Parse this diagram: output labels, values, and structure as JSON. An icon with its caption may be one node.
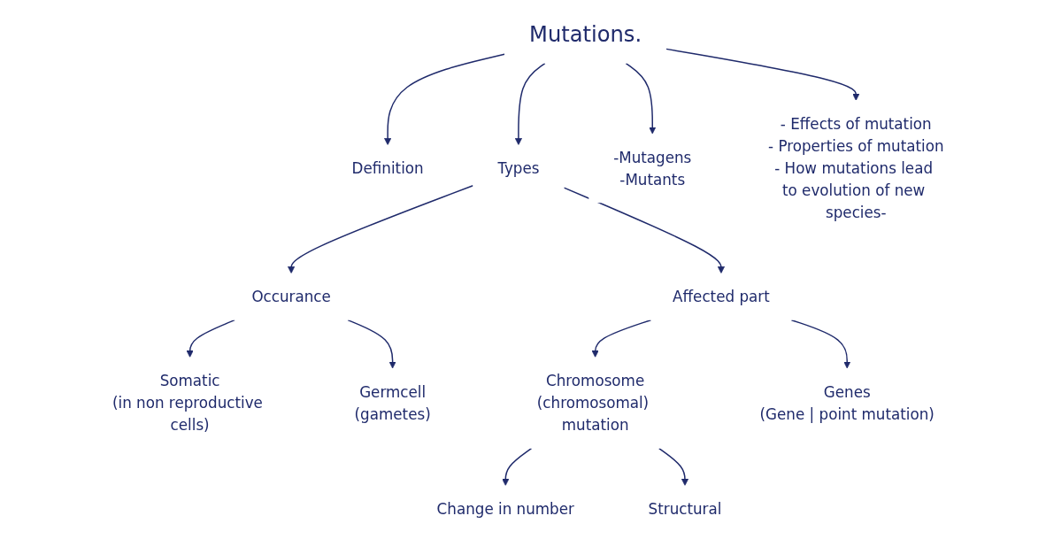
{
  "diagram": {
    "nodes": [
      {
        "text": [
          "Mutations."
        ]
      },
      {
        "text": [
          "Definition"
        ]
      },
      {
        "text": [
          "Types"
        ]
      },
      {
        "text": [
          "-Mutagens",
          "-Mutants"
        ]
      },
      {
        "text": [
          "- Effects of mutation",
          "- Properties of mutation",
          "- How mutations lead to evolution of new species-"
        ]
      },
      {
        "text": [
          "Occurance"
        ]
      },
      {
        "text": [
          "Affected part"
        ]
      },
      {
        "text": [
          "Somatic",
          "(in non reproductive cells)"
        ]
      },
      {
        "text": [
          "Germcell",
          "(gametes)"
        ]
      },
      {
        "text": [
          "Chromosome",
          "(chromosomal) mutation"
        ]
      },
      {
        "text": [
          "Genes",
          "(Gene | point mutation)"
        ]
      },
      {
        "text": [
          "Change in number"
        ]
      },
      {
        "text": [
          "Structural"
        ]
      }
    ],
    "edges": [
      {
        "from": 0,
        "to": 1,
        "arrow": "to"
      },
      {
        "from": 0,
        "to": 2,
        "arrow": "to"
      },
      {
        "from": 0,
        "to": 3,
        "arrow": "to"
      },
      {
        "from": 0,
        "to": 4,
        "arrow": "to"
      },
      {
        "from": 2,
        "to": 5,
        "arrow": "to"
      },
      {
        "from": 2,
        "to": 6,
        "arrow": "to"
      },
      {
        "from": 5,
        "to": 7,
        "arrow": "to"
      },
      {
        "from": 5,
        "to": 8,
        "arrow": "to"
      },
      {
        "from": 6,
        "to": 9,
        "arrow": "to"
      },
      {
        "from": 6,
        "to": 10,
        "arrow": "to"
      },
      {
        "from": 9,
        "to": 11,
        "arrow": "to"
      },
      {
        "from": 9,
        "to": 12,
        "arrow": "to"
      }
    ]
  }
}
